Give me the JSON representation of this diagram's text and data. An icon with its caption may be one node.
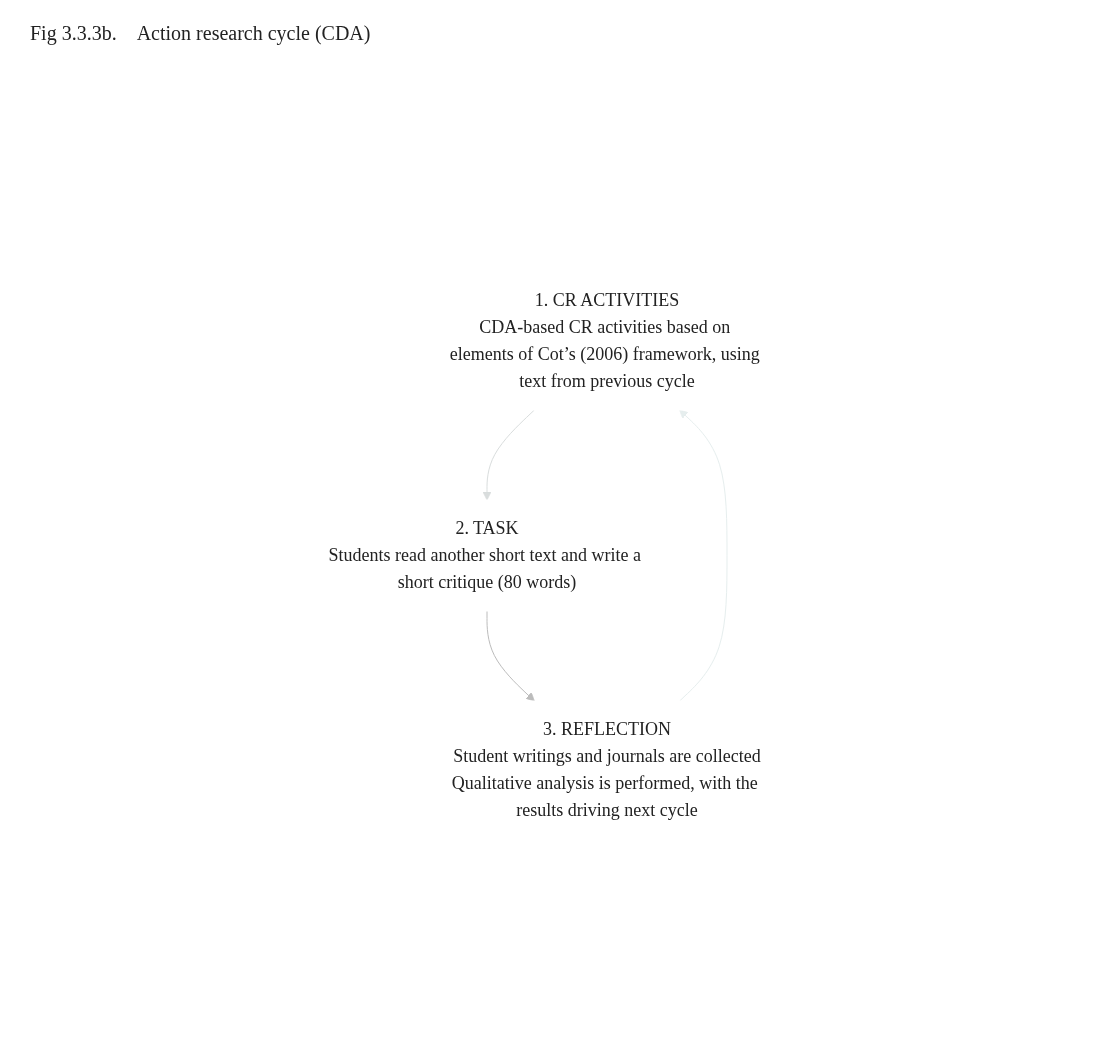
{
  "diagram": {
    "title": "Fig 3.3.3b.　Action research cycle (CDA)",
    "nodes": [
      {
        "text": [
          "1. CR ACTIVITIES",
          "CDA-based CR activities based on elements of Cot’s (2006) framework, using text from previous cycle"
        ]
      },
      {
        "text": [
          "2. TASK",
          "Students read another short text and write a short critique (80 words)"
        ]
      },
      {
        "text": [
          "3. REFLECTION",
          "Student writings and journals are collected",
          "Qualitative analysis is performed, with the results driving next cycle"
        ]
      }
    ],
    "edges": [
      {
        "from": 0,
        "to": 1,
        "arrow": "to",
        "color": "#d9dddd"
      },
      {
        "from": 1,
        "to": 2,
        "arrow": "to",
        "color": "#bcbcbc"
      },
      {
        "from": 2,
        "to": 0,
        "arrow": "to",
        "color": "#e6eeee"
      }
    ]
  }
}
